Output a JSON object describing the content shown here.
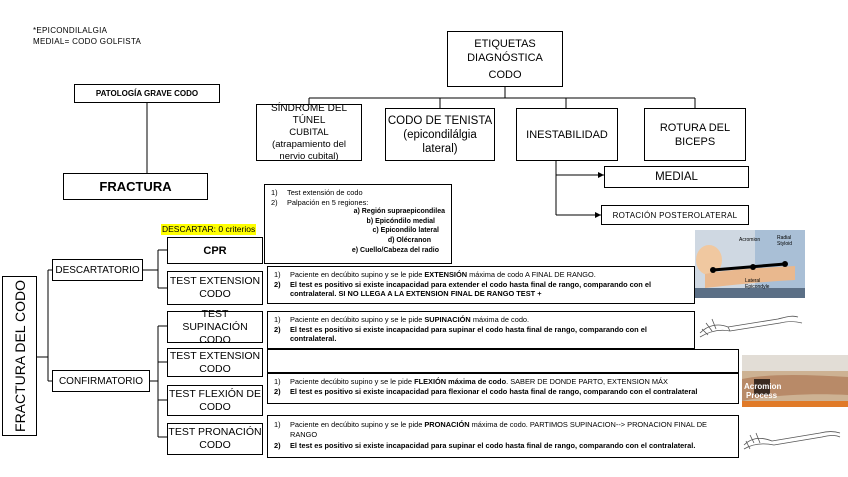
{
  "notes": [
    "*EPICONDILALGIA",
    "MEDIAL= CODO GOLFISTA"
  ],
  "etiquetas": [
    "ETIQUETAS",
    "DIAGNÓSTICA",
    "CODO"
  ],
  "patologia": "PATOLOGÍA GRAVE CODO",
  "fractura": "FRACTURA",
  "categories": {
    "tunel": [
      "SÍNDROME DEL TÚNEL",
      "CUBITAL",
      "(atrapamiento del",
      "nervio cubital)"
    ],
    "tenista": [
      "CODO DE TENISTA",
      "(epicondilálgia",
      "lateral)"
    ],
    "inestabilidad": "INESTABILIDAD",
    "rotura": [
      "ROTURA DEL",
      "BICEPS"
    ]
  },
  "medial": "MEDIAL",
  "rotacion": "ROTACIÓN POSTEROLATERAL",
  "descartar": "DESCARTAR: 0 criterios",
  "fractura_codo": "FRACTURA DEL CODO",
  "descartatorio": "DESCARTATORIO",
  "confirmatorio": "CONFIRMATORIO",
  "cpr": "CPR",
  "cpr_list": {
    "i1": "Test extensión de codo",
    "i2": "Palpación en 5 regiones:",
    "regions": [
      "a) Región supraepicondilea",
      "b) Epicóndilo medial",
      "c) Epicondilo lateral",
      "d) Olécranon",
      "e) Cuello/Cabeza del radio"
    ]
  },
  "tests": {
    "ext1": [
      "TEST EXTENSION",
      "CODO"
    ],
    "sup": [
      "TEST SUPINACIÓN",
      "CODO"
    ],
    "ext2": [
      "TEST EXTENSION",
      "CODO"
    ],
    "flex": [
      "TEST FLEXIÓN DE",
      "CODO"
    ],
    "pron": [
      "TEST PRONACIÓN",
      "CODO"
    ]
  },
  "nums": [
    "1)",
    "2)"
  ],
  "desc": {
    "ext1_a1": "Paciente en decúbito supino y se le pide ",
    "ext1_ab": "EXTENSIÓN",
    "ext1_a2": " máxima de codo A FINAL DE RANGO.",
    "ext1_b1": "El test es positivo si existe incapacidad para extender el codo hasta final de rango, comparando con el contralateral. ",
    "ext1_bb": "SI NO LLEGA A LA EXTENSION FINAL DE RANGO TEST +",
    "sup_a1": "Paciente en decúbito supino y se le pide ",
    "sup_ab": "SUPINACIÓN",
    "sup_a2": " máxima de codo.",
    "sup_b": "El test es positivo si existe incapacidad para supinar el codo hasta final de rango, comparando con el contralateral.",
    "flex_a1": "Paciente decúbito supino y se le pide ",
    "flex_ab": "FLEXIÓN máxima de codo",
    "flex_a2": ". SABER DE DONDE PARTO, EXTENSION MÁX",
    "flex_b": "El test es positivo si existe incapacidad para flexionar el codo hasta final de rango, comparando con el contralateral",
    "pron_a1": "Paciente en decúbito supino y se le pide ",
    "pron_ab": "PRONACIÓN",
    "pron_a2": " máxima de codo. PARTIMOS SUPINACION--> PRONACION FINAL DE RANGO",
    "pron_b": "El test es positivo si existe incapacidad para supinar el codo hasta final de rango, comparando con el contralateral."
  },
  "photo_labels": [
    "Acromion",
    "Radial Styloid",
    "Lateral Epicondyle",
    "Acromion",
    "Process"
  ],
  "colors": {
    "highlight": "#ffff00",
    "line": "#000000"
  }
}
